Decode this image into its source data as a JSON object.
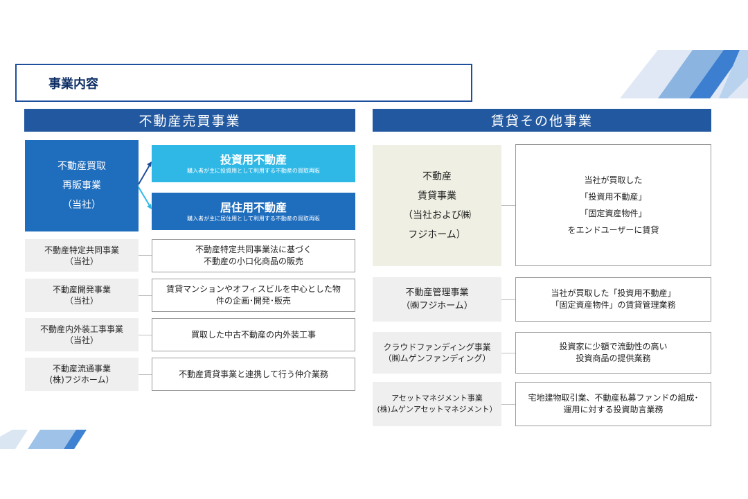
{
  "title": "事業内容",
  "left_section": {
    "header": "不動産売買事業",
    "main": {
      "lines": [
        "不動産買取",
        "再販事業",
        "（当社）"
      ]
    },
    "invest": {
      "title": "投資用不動産",
      "sub": "購入者が主に投資用として利用する不動産の買取再販"
    },
    "resid": {
      "title": "居住用不動産",
      "sub": "購入者が主に居住用として利用する不動産の買取再販"
    },
    "rows": [
      {
        "name": [
          "不動産特定共同事業",
          "（当社）"
        ],
        "desc": [
          "不動産特定共同事業法に基づく",
          "不動産の小口化商品の販売"
        ]
      },
      {
        "name": [
          "不動産開発事業",
          "（当社）"
        ],
        "desc": [
          "賃貸マンションやオフィスビルを中心とした物",
          "件の企画･開発･販売"
        ]
      },
      {
        "name": [
          "不動産内外装工事事業",
          "（当社）"
        ],
        "desc": [
          "買取した中古不動産の内外装工事"
        ]
      },
      {
        "name": [
          "不動産流通事業",
          "(株)フジホーム）"
        ],
        "desc": [
          "不動産賃貸事業と連携して行う仲介業務"
        ]
      }
    ]
  },
  "right_section": {
    "header": "賃貸その他事業",
    "main": {
      "lines": [
        "不動産",
        "賃貸事業",
        "（当社および㈱",
        "フジホーム）"
      ]
    },
    "main_desc": [
      "当社が買取した",
      "「投資用不動産」",
      "「固定資産物件」",
      "をエンドユーザーに賃貸"
    ],
    "rows": [
      {
        "name": [
          "不動産管理事業",
          "（㈱フジホーム）"
        ],
        "desc": [
          "当社が買取した「投資用不動産」",
          "「固定資産物件」の賃貸管理業務"
        ]
      },
      {
        "name": [
          "クラウドファンディング事業",
          "（㈱ムゲンファンディング）"
        ],
        "desc": [
          "投資家に少額で流動性の高い",
          "投資商品の提供業務"
        ]
      },
      {
        "name": [
          "アセットマネジメント事業",
          "(株)ムゲンアセットマネジメント）"
        ],
        "desc": [
          "宅地建物取引業、不動産私募ファンドの組成･",
          "運用に対する投資助言業務"
        ]
      }
    ]
  },
  "colors": {
    "navy": "#22589f",
    "blue": "#1f6dbd",
    "cyan": "#2fb8e6",
    "grey": "#efefef",
    "beige": "#efefe3"
  }
}
